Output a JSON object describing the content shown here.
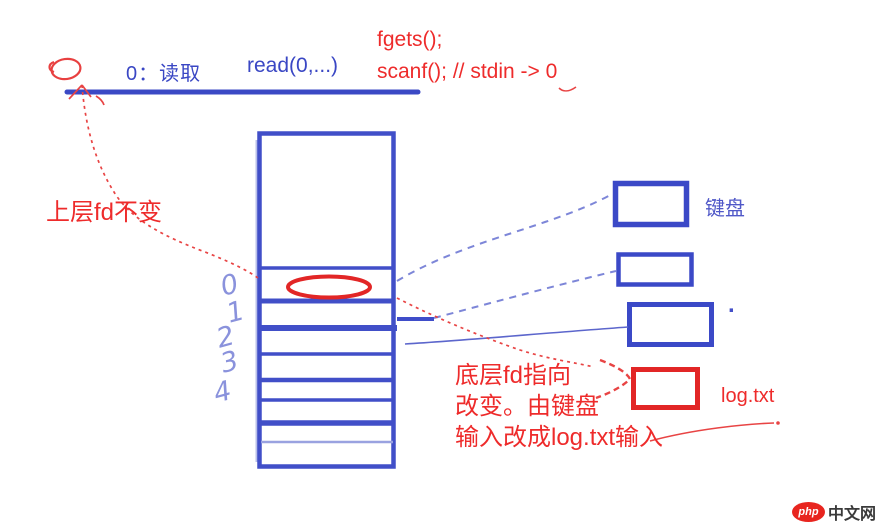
{
  "colors": {
    "blue": "#3f4dc9",
    "light_blue": "#8a92dc",
    "red": "#e22626"
  },
  "annotations": {
    "fd_read_label": "0：读取",
    "read_call": "read(0,...)",
    "fgets_line": "fgets();",
    "scanf_line": "scanf(); // stdin -> 0",
    "upper_fd_note": "上层fd不变",
    "lower_fd_note": {
      "line1": "底层fd指向",
      "line2": "改变。由键盘",
      "line3": "输入改成log.txt输入"
    },
    "keyboard_label": "键盘",
    "file_label": "log.txt",
    "dot_label": "."
  },
  "fd_table": {
    "row_labels": [
      "0",
      "1",
      "2",
      "3",
      "4"
    ]
  },
  "watermark": {
    "brand": "php",
    "site": "中文网"
  }
}
